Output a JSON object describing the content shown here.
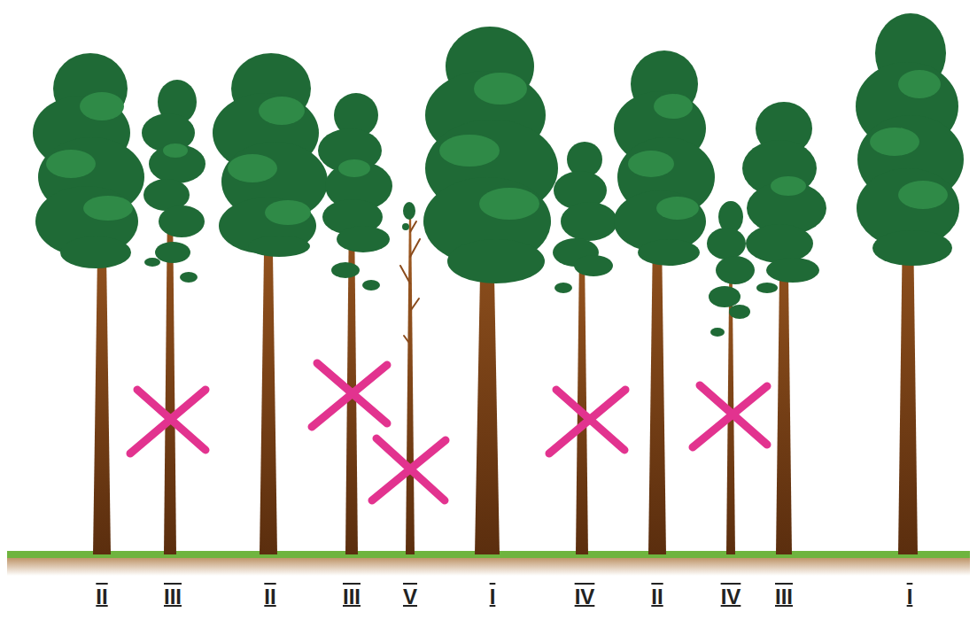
{
  "diagram": {
    "labels": [
      "II",
      "III",
      "II",
      "III",
      "V",
      "I",
      "IV",
      "II",
      "IV",
      "III",
      "I"
    ]
  }
}
